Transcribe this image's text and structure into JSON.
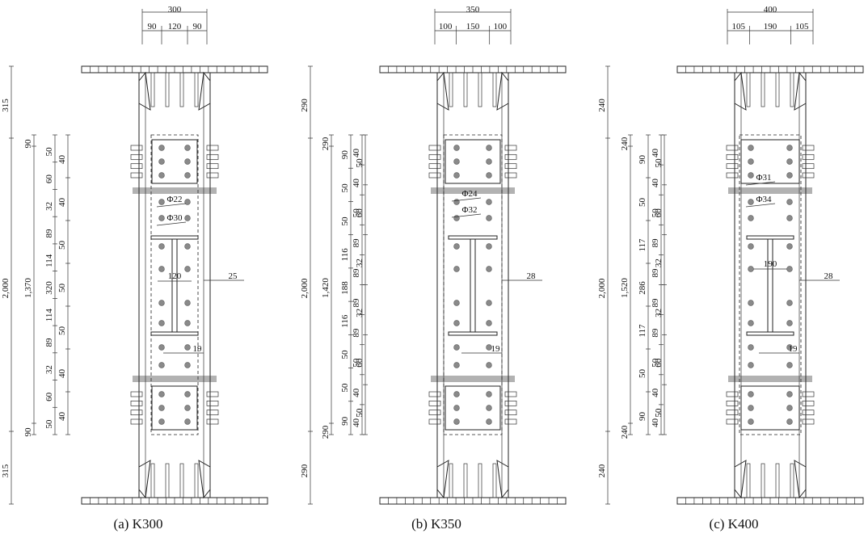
{
  "panels": [
    {
      "caption": "(a) K300",
      "top_dims": {
        "total": "300",
        "parts": [
          "90",
          "120",
          "90"
        ]
      },
      "outer_dims": [
        "315",
        "2,000",
        "315"
      ],
      "mid_dims": [
        "90",
        "1,370",
        "90"
      ],
      "inner_dims": [
        "50",
        "60",
        "32",
        "89",
        "114",
        "320",
        "114",
        "89",
        "32",
        "60",
        "50"
      ],
      "right_dims": [
        "40",
        "40",
        "50",
        "50",
        "50",
        "40",
        "40"
      ],
      "labels": {
        "bolt_small": "Φ22",
        "bolt_large": "Φ30",
        "web": "120",
        "plate": "25",
        "flange": "19"
      }
    },
    {
      "caption": "(b) K350",
      "top_dims": {
        "total": "350",
        "parts": [
          "100",
          "150",
          "100"
        ]
      },
      "outer_dims": [
        "290",
        "2,000",
        "290"
      ],
      "mid_dims": [
        "290",
        "1,420",
        "290"
      ],
      "inner_dims": [
        "90",
        "50",
        "50",
        "116",
        "188",
        "116",
        "50",
        "50",
        "90"
      ],
      "col2_dims": [
        "40",
        "40",
        "50",
        "89",
        "89",
        "89",
        "89",
        "50",
        "40",
        "40"
      ],
      "right_dims": [
        "50",
        "60",
        "32",
        "32",
        "60",
        "50"
      ],
      "labels": {
        "bolt_small": "Φ24",
        "bolt_large": "Φ32",
        "plate": "28",
        "flange": "19"
      }
    },
    {
      "caption": "(c) K400",
      "top_dims": {
        "total": "400",
        "parts": [
          "105",
          "190",
          "105"
        ]
      },
      "outer_dims": [
        "240",
        "2,000",
        "240"
      ],
      "mid_dims": [
        "240",
        "1,520",
        "240"
      ],
      "inner_dims": [
        "90",
        "50",
        "117",
        "286",
        "117",
        "50",
        "90"
      ],
      "col2_dims": [
        "40",
        "40",
        "50",
        "89",
        "89",
        "89",
        "89",
        "50",
        "40",
        "40"
      ],
      "right_dims": [
        "50",
        "60",
        "32",
        "32",
        "60",
        "50"
      ],
      "labels": {
        "bolt_small": "Φ31",
        "bolt_large": "Φ34",
        "web": "190",
        "plate": "28",
        "flange": "19"
      }
    }
  ]
}
